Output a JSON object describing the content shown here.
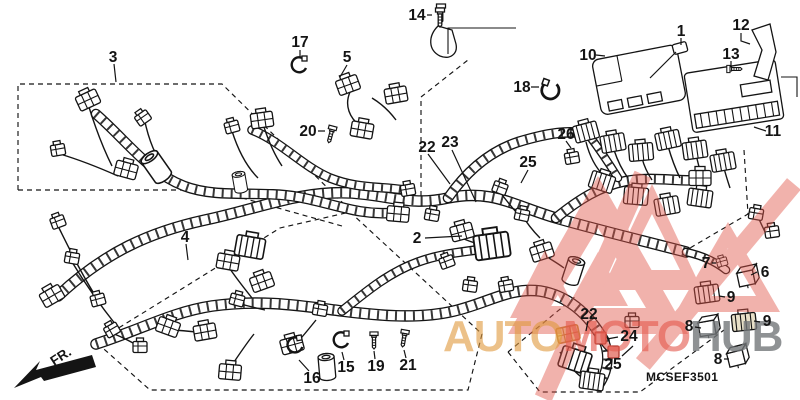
{
  "diagram": {
    "code": "MCSEF3501",
    "front_label": "FR.",
    "callouts": {
      "n1": "1",
      "n2": "2",
      "n3": "3",
      "n4": "4",
      "n5": "5",
      "n6": "6",
      "n7": "7",
      "n8": "8",
      "n9": "9",
      "n10": "10",
      "n11": "11",
      "n12": "12",
      "n13": "13",
      "n14": "14",
      "n15": "15",
      "n16": "16",
      "n17": "17",
      "n18": "18",
      "n19": "19",
      "n20": "20",
      "n21": "21",
      "n22": "22",
      "n23": "23",
      "n24": "24",
      "n25": "25",
      "n26": "26"
    }
  },
  "watermark": {
    "seg1": "AUTO",
    "seg2": "MOTO",
    "seg3": "HUB",
    "triangle_color": "#e2564a",
    "seg1_color": "#e0993c",
    "seg2_color": "#e4574a",
    "seg3_color": "#74777a",
    "highlight_orange": "#d89a3e",
    "highlight_red": "#b03a30"
  }
}
